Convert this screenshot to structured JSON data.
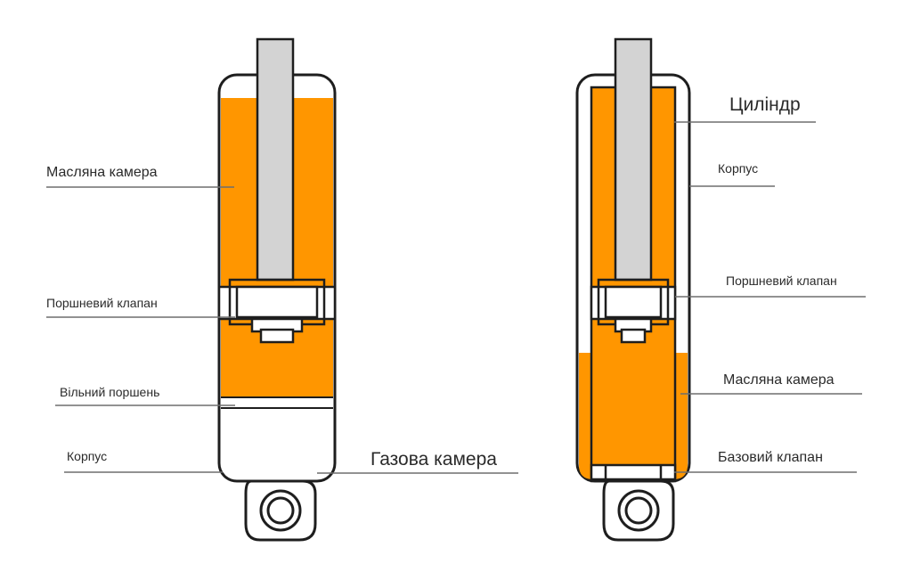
{
  "colors": {
    "oil": "#FF9600",
    "rod": "#D3D3D3",
    "outline": "#1E1E1E",
    "background": "#FFFFFF",
    "leader": "#6E6E6E"
  },
  "left_diagram": {
    "labels": {
      "oil_chamber": "Масляна камера",
      "piston_valve": "Поршневий клапан",
      "free_piston": "Вільний поршень",
      "housing": "Корпус",
      "gas_chamber": "Газова камера"
    }
  },
  "right_diagram": {
    "labels": {
      "cylinder": "Циліндр",
      "housing": "Корпус",
      "piston_valve": "Поршневий клапан",
      "oil_chamber": "Масляна камера",
      "base_valve": "Базовий клапан"
    }
  }
}
